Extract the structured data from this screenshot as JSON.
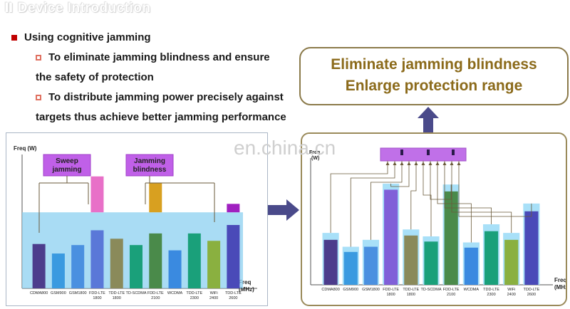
{
  "header": {
    "title": "Ⅱ Device Introduction"
  },
  "bullets": {
    "main": "Using cognitive jamming",
    "sub1_line1": "To eliminate jamming blindness and ensure",
    "sub1_line2": "the safety of protection",
    "sub2_line1": "To distribute jamming power precisely against",
    "sub2_line2": "targets thus achieve better jamming performance"
  },
  "callout": {
    "line1": "Eliminate jamming blindness",
    "line2": "Enlarge protection range"
  },
  "watermark": "en.china.cn",
  "chart_data": [
    {
      "type": "bar",
      "title": "",
      "ylabel": "Freq (W)",
      "xlabel": "Freq (MHz)",
      "categories": [
        "CDMA800",
        "GSM900",
        "GSM1800",
        "FDD-LTE 1800",
        "TDD-LTE 1800",
        "TD-SCDMA",
        "FDD-LTE 2100",
        "WCDMA",
        "TDD-LTE 2300",
        "WiFi 2400",
        "TDD-LTE 2600"
      ],
      "values": [
        42,
        33,
        41,
        55,
        47,
        41,
        52,
        36,
        52,
        45,
        60
      ],
      "colors": [
        "#4c3c8c",
        "#3a9ae0",
        "#4a90e0",
        "#5a78d8",
        "#8a8a5a",
        "#1aa07a",
        "#4a8a4a",
        "#3a8ae0",
        "#1aa07a",
        "#8ab040",
        "#4a4ab8"
      ],
      "band_level": 72,
      "highlights": [
        {
          "index": 3,
          "top": 106,
          "color": "#e870c8"
        },
        {
          "index": 6,
          "top": 100,
          "color": "#d8a020"
        },
        {
          "index": 10,
          "top": 80,
          "color": "#a020c0"
        }
      ],
      "labels": [
        "Sweep jamming",
        "Jamming blindness"
      ],
      "ylim": [
        0,
        120
      ]
    },
    {
      "type": "bar",
      "title": "",
      "ylabel": "Freq (W)",
      "xlabel": "Freq (MHz)",
      "categories": [
        "CDMA800",
        "GSM900",
        "GSM1800",
        "FDD-LTE 1800",
        "TDD-LTE 1800",
        "TD-SCDMA",
        "FDD-LTE 2100",
        "WCDMA",
        "TDD-LTE 2300",
        "WiFi 2400",
        "TDD-LTE 2600"
      ],
      "values": [
        52,
        38,
        44,
        110,
        57,
        50,
        108,
        43,
        62,
        52,
        85
      ],
      "caps": [
        60,
        44,
        52,
        117,
        64,
        56,
        116,
        49,
        70,
        60,
        94
      ],
      "colors": [
        "#4c3c8c",
        "#3a9ae0",
        "#4a90e0",
        "#8060d8",
        "#8a8a5a",
        "#1aa07a",
        "#4a8a4a",
        "#3a8ae0",
        "#1aa07a",
        "#8ab040",
        "#4a4ab8"
      ],
      "ylim": [
        0,
        140
      ]
    }
  ]
}
